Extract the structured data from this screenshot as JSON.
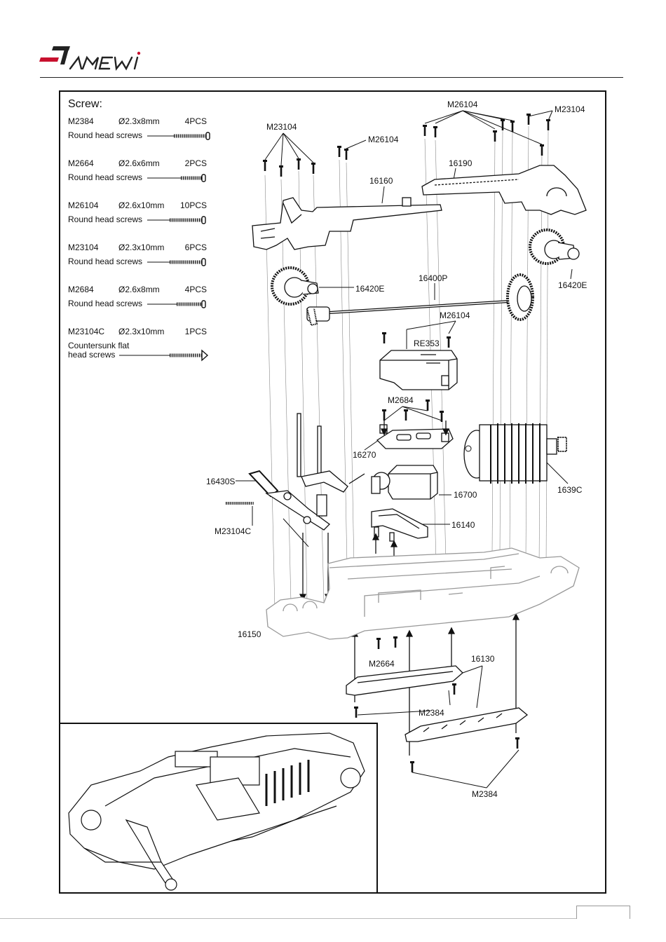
{
  "brand": {
    "name": "AMEWI"
  },
  "screw_section": {
    "title": "Screw:",
    "items": [
      {
        "code": "M2384",
        "dim": "Ø2.3x8mm",
        "qty": "4PCS",
        "desc": "Round head screws"
      },
      {
        "code": "M2664",
        "dim": "Ø2.6x6mm",
        "qty": "2PCS",
        "desc": "Round head screws"
      },
      {
        "code": "M26104",
        "dim": "Ø2.6x10mm",
        "qty": "10PCS",
        "desc": "Round head screws"
      },
      {
        "code": "M23104",
        "dim": "Ø2.3x10mm",
        "qty": "6PCS",
        "desc": "Round head screws"
      },
      {
        "code": "M2684",
        "dim": "Ø2.6x8mm",
        "qty": "4PCS",
        "desc": "Round head screws"
      },
      {
        "code": "M23104C",
        "dim": "Ø2.3x10mm",
        "qty": "1PCS",
        "desc": "Countersunk flat\nhead screws"
      }
    ]
  },
  "part_labels": {
    "m26104_top": "M26104",
    "m23104_right": "M23104",
    "m23104_left": "M23104",
    "m26104_mid": "M26104",
    "p16190": "16190",
    "p16160": "16160",
    "p16420e_left": "16420E",
    "p16420e_right": "16420E",
    "p16400p": "16400P",
    "m26104_re": "M26104",
    "re353": "RE353",
    "m2684": "M2684",
    "p16270": "16270",
    "p16430s": "16430S",
    "m23104c": "M23104C",
    "p16700": "16700",
    "p1639c": "1639C",
    "p16140": "16140",
    "p16150": "16150",
    "m2664": "M2664",
    "p16130": "16130",
    "m2384_a": "M2384",
    "m2384_b": "M2384"
  }
}
